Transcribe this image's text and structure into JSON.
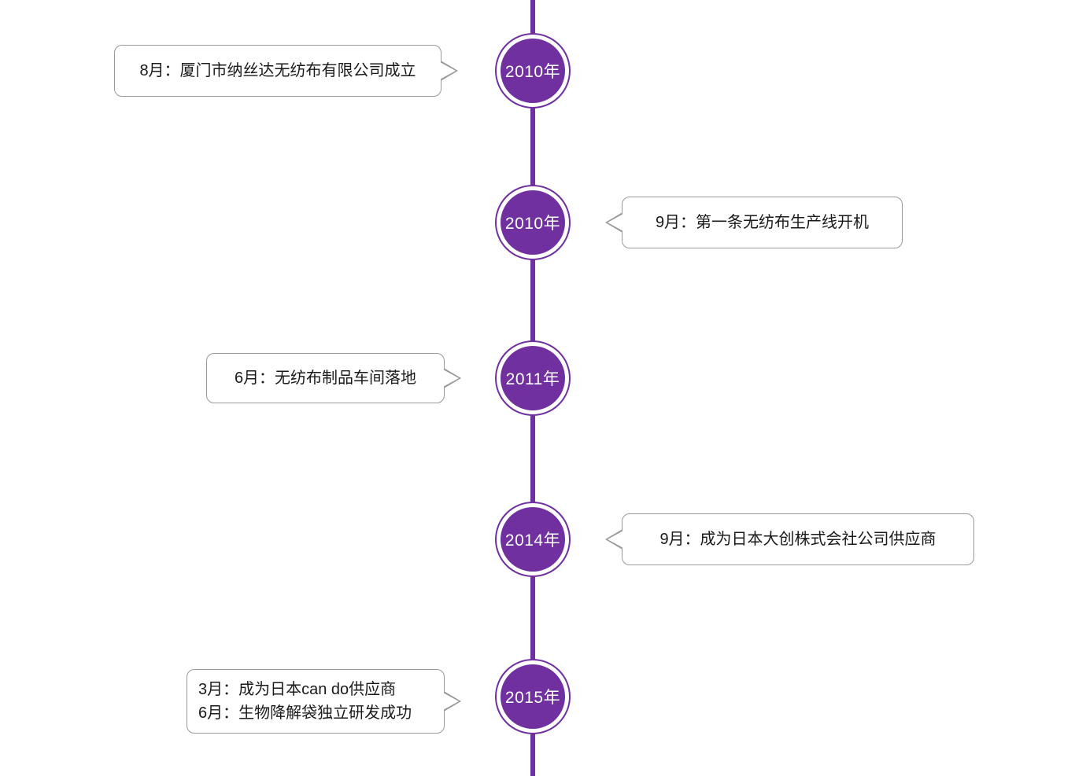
{
  "page": {
    "background": "#ffffff"
  },
  "colors": {
    "accent_purple": "#7030A0",
    "bubble_border": "#999999",
    "bubble_text": "#1a1a1a",
    "year_text": "#ffffff"
  },
  "items": [
    {
      "year": "2010年",
      "side": "left",
      "line1": "8月：厦门市纳丝达无纺布有限公司成立"
    },
    {
      "year": "2010年",
      "side": "right",
      "line1": "9月：第一条无纺布生产线开机"
    },
    {
      "year": "2011年",
      "side": "left",
      "line1": "6月：无纺布制品车间落地"
    },
    {
      "year": "2014年",
      "side": "right",
      "line1": "9月：成为日本大创株式会社公司供应商"
    },
    {
      "year": "2015年",
      "side": "left",
      "line1": "3月：成为日本can do供应商",
      "line2": "6月：生物降解袋独立研发成功"
    }
  ]
}
